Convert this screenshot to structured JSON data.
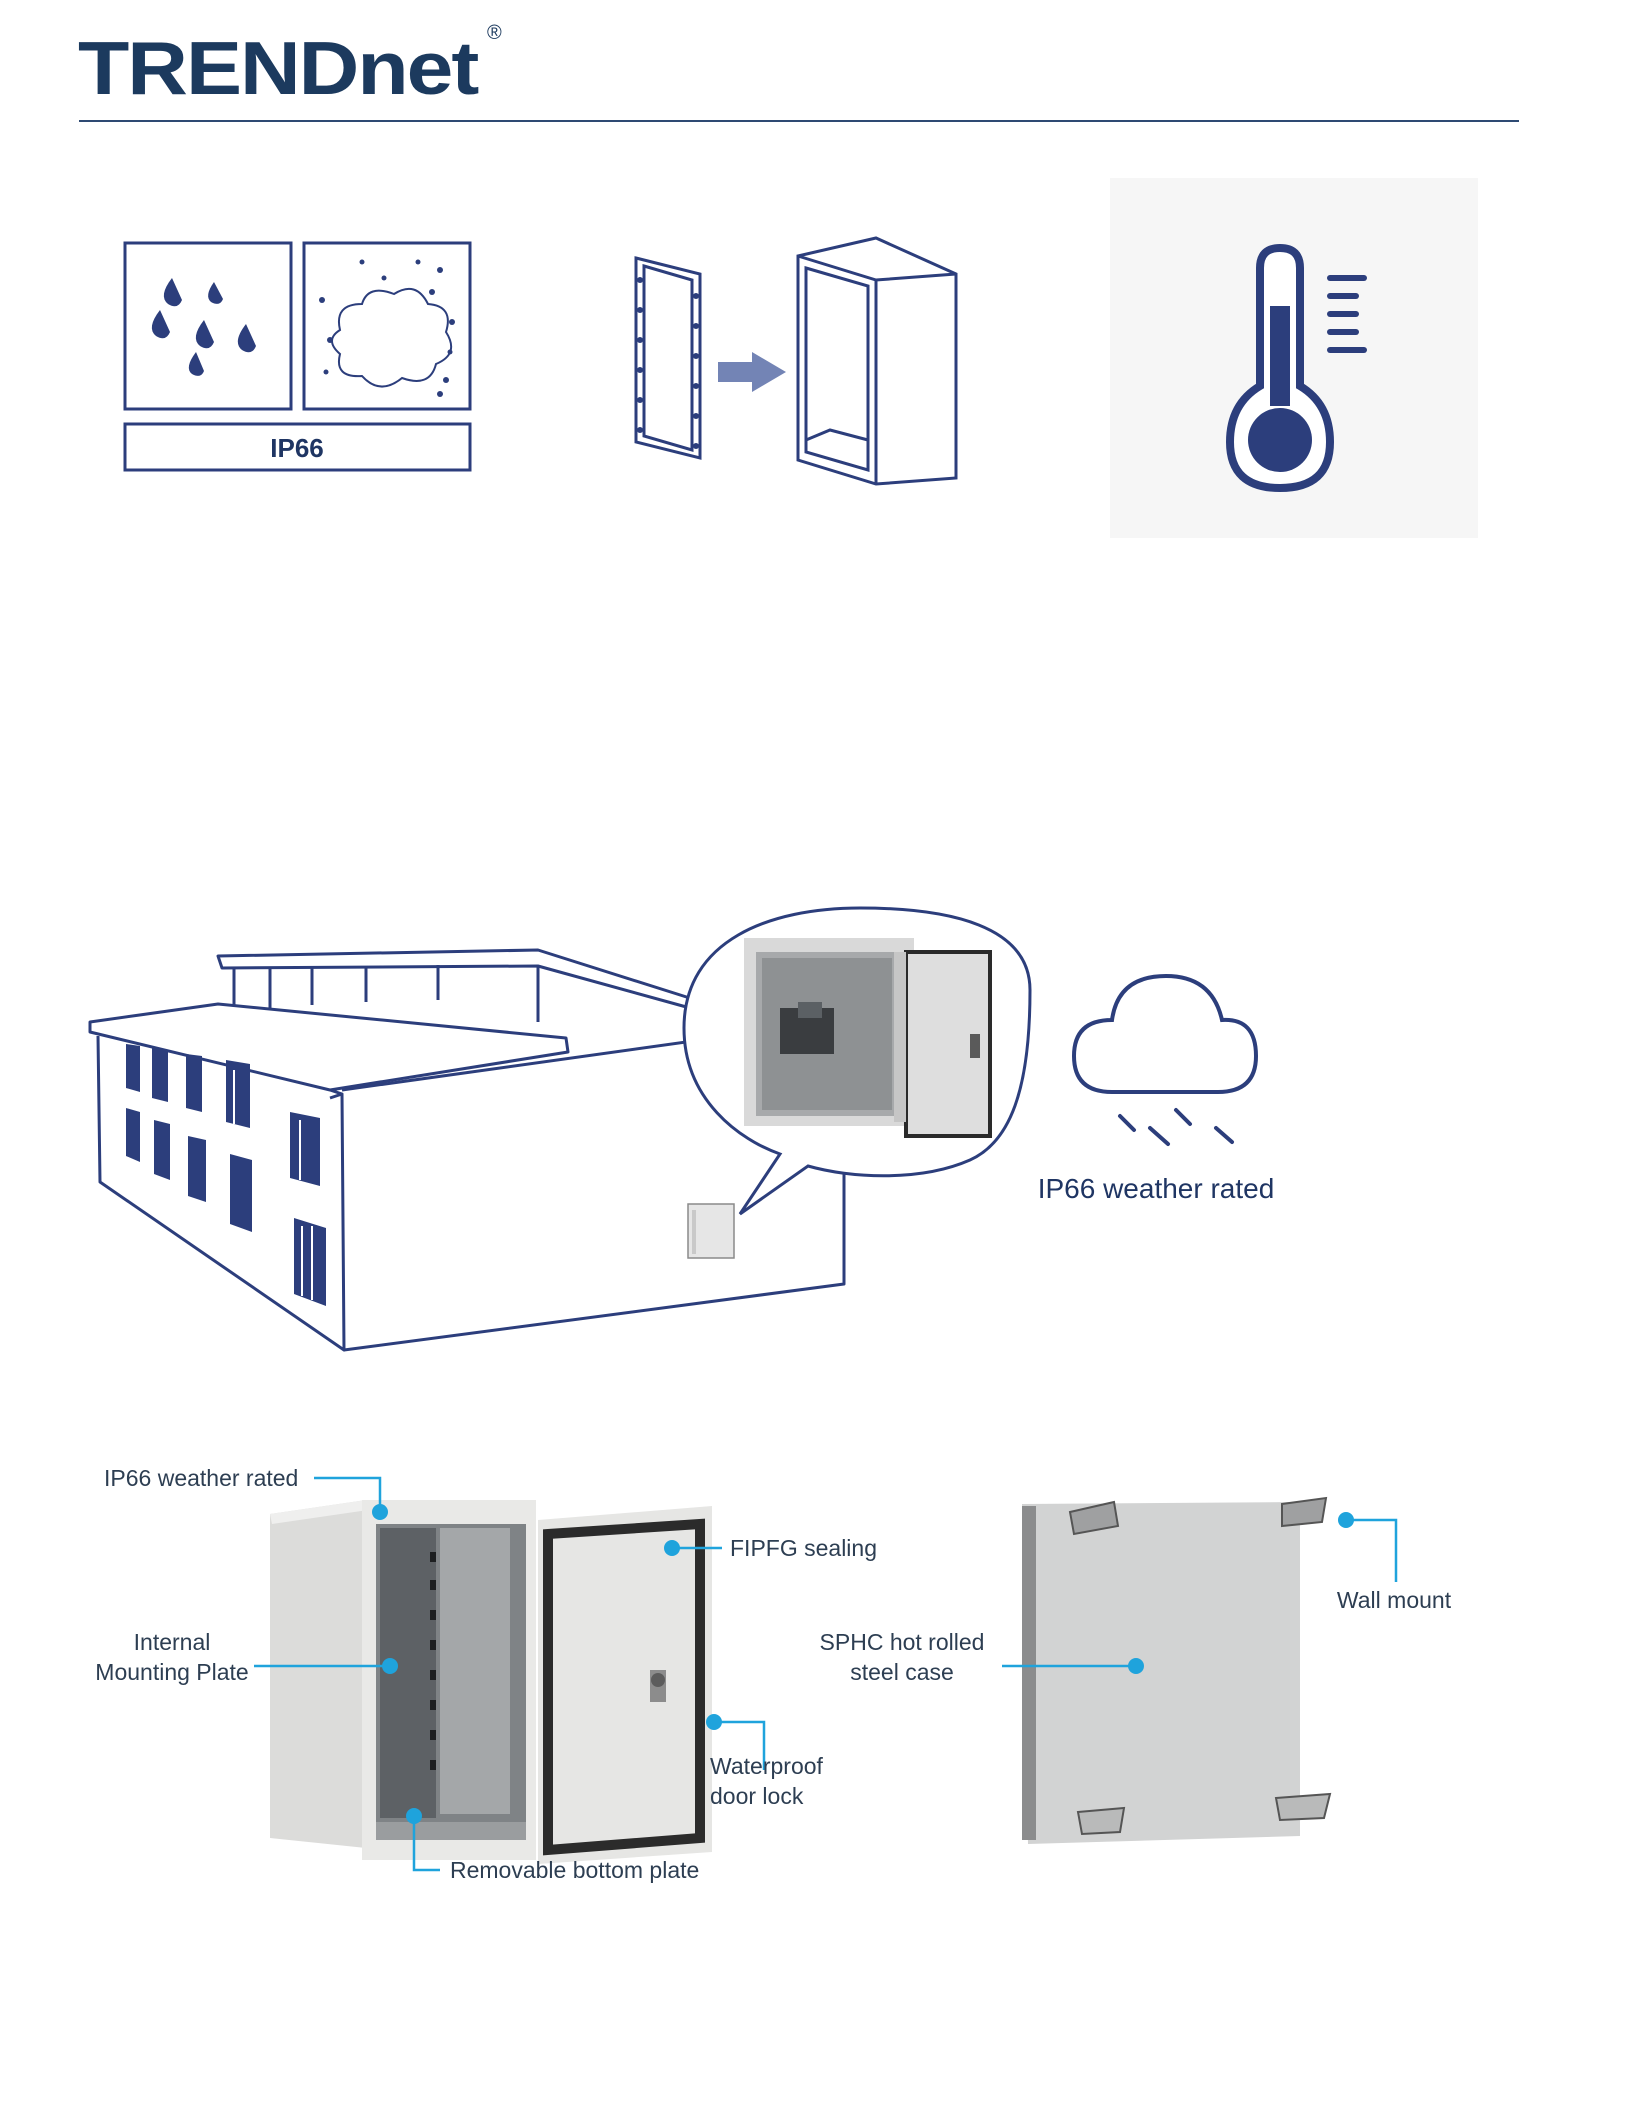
{
  "brand": {
    "name": "TRENDnet",
    "registered": "®"
  },
  "icons": {
    "ip_box_label": "IP66",
    "items": [
      "water-dust-protection-icon",
      "removable-panel-icon",
      "temperature-icon"
    ]
  },
  "scene": {
    "caption": "IP66 weather rated"
  },
  "diagram": {
    "front_callouts": {
      "weather": "IP66 weather rated",
      "sealing": "FIPFG sealing",
      "plate_line1": "Internal",
      "plate_line2": "Mounting Plate",
      "lock_line1": "Waterproof",
      "lock_line2": "door lock",
      "bottom": "Removable bottom plate"
    },
    "back_callouts": {
      "wall": "Wall mount",
      "steel_line1": "SPHC hot rolled",
      "steel_line2": "steel case"
    }
  },
  "colors": {
    "brand_navy": "#1c3a5e",
    "icon_blue": "#2c3e7c",
    "callout_cyan": "#1fa3dc"
  }
}
